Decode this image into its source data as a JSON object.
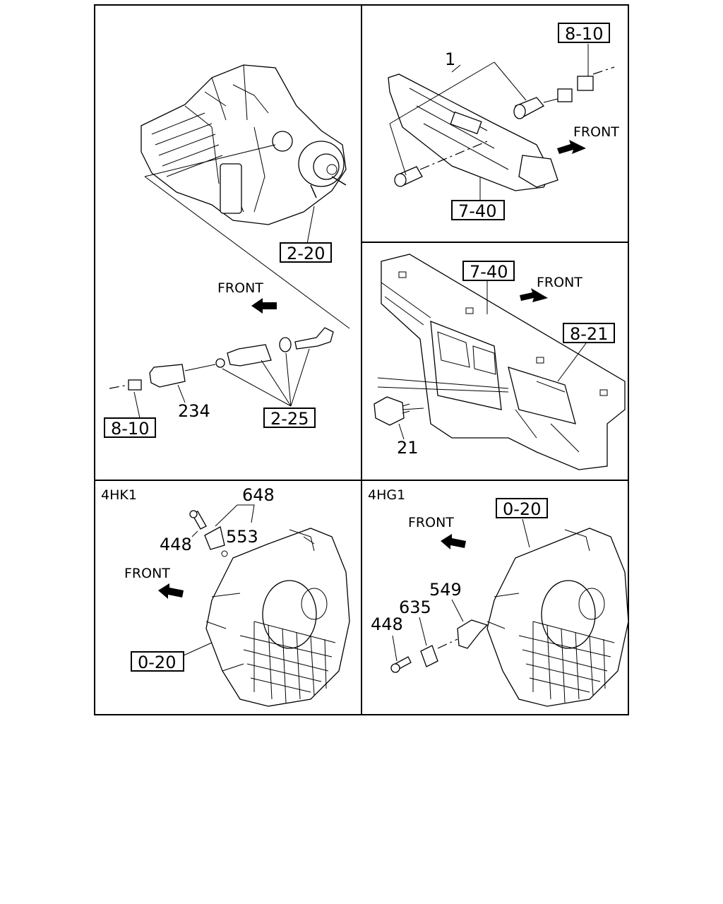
{
  "panels": {
    "top_left": {
      "refs": {
        "assembly": "2-20",
        "kit": "2-25",
        "connector": "8-10"
      },
      "parts": {
        "sensor": "234"
      },
      "front_label": "FRONT"
    },
    "top_right": {
      "refs": {
        "connector": "8-10",
        "bracket": "7-40"
      },
      "parts": {
        "switch": "1"
      },
      "front_label": "FRONT"
    },
    "mid_right": {
      "refs": {
        "dash": "7-40",
        "meter": "8-21"
      },
      "parts": {
        "switch": "21"
      },
      "front_label": "FRONT"
    },
    "bottom_left": {
      "engine": "4HK1",
      "refs": {
        "housing": "0-20"
      },
      "parts": {
        "bolt": "448",
        "sensor": "648",
        "oring": "553"
      },
      "front_label": "FRONT"
    },
    "bottom_right": {
      "engine": "4HG1",
      "refs": {
        "housing": "0-20"
      },
      "parts": {
        "bolt": "448",
        "sensor": "635",
        "bracket": "549"
      },
      "front_label": "FRONT"
    }
  }
}
